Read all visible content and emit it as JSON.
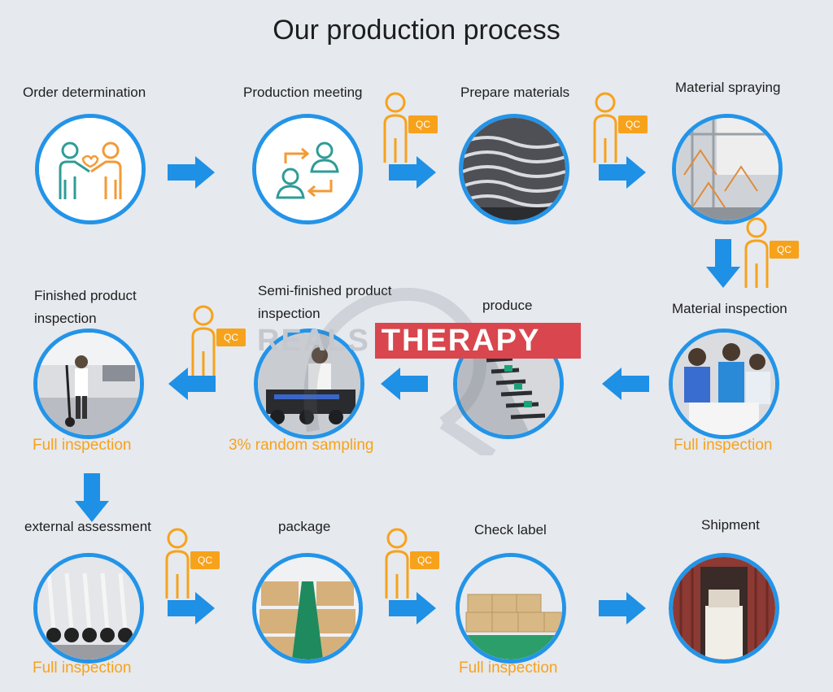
{
  "title": "Our production process",
  "steps": {
    "order_determination": "Order determination",
    "production_meeting": "Production meeting",
    "prepare_materials": "Prepare materials",
    "material_spraying": "Material spraying",
    "material_inspection": "Material inspection",
    "produce": "produce",
    "semi_finished_1": "Semi-finished product",
    "semi_finished_2": "inspection",
    "finished_1": "Finished product",
    "finished_2": "inspection",
    "external_assessment": "external assessment",
    "package": "package",
    "check_label": "Check label",
    "shipment": "Shipment"
  },
  "notes": {
    "full_inspection": "Full inspection",
    "random_sampling": "3% random sampling"
  },
  "qc": "QC",
  "watermark": {
    "left": "REALS",
    "right": "THERAPY"
  },
  "colors": {
    "accent_blue": "#2394e8",
    "accent_orange": "#f7a21b",
    "watermark_red": "#d9464d"
  }
}
